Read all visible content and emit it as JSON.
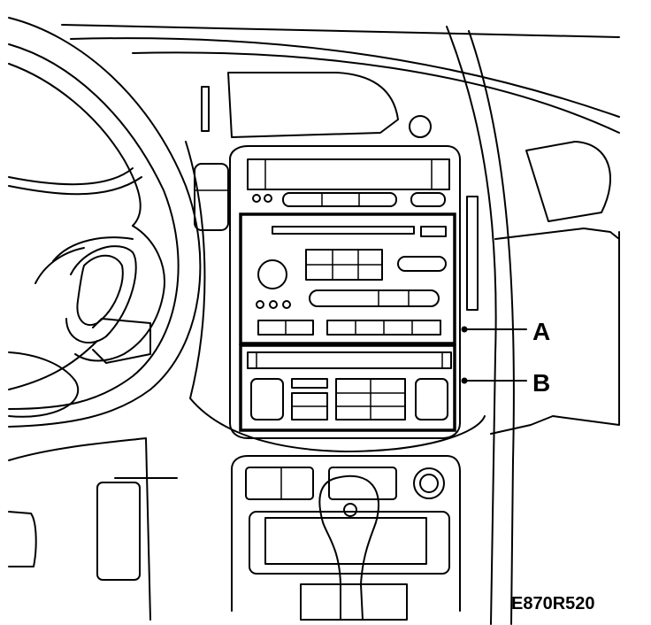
{
  "callouts": {
    "a_label": "A",
    "b_label": "B"
  },
  "figure_code": "E870R520",
  "colors": {
    "line": "#000000",
    "background": "#ffffff"
  }
}
